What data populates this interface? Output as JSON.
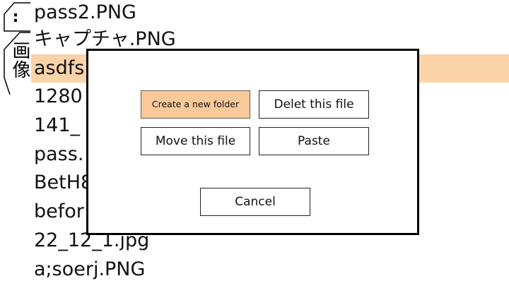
{
  "side_tab": {
    "colon": ":",
    "label": "画像"
  },
  "files": [
    {
      "name": "pass2.PNG",
      "selected": false
    },
    {
      "name": "キャプチャ.PNG",
      "selected": false
    },
    {
      "name": "asdfs",
      "selected": true
    },
    {
      "name": "1280",
      "selected": false
    },
    {
      "name": "141_",
      "selected": false
    },
    {
      "name": "pass.",
      "selected": false
    },
    {
      "name": "BetH8",
      "selected": false
    },
    {
      "name": "befor",
      "selected": false
    },
    {
      "name": "22_12_1.jpg",
      "selected": false
    },
    {
      "name": "a;soerj.PNG",
      "selected": false
    }
  ],
  "dialog": {
    "create_folder_label": "Create a new folder",
    "delete_file_label": "Delet this file",
    "move_file_label": "Move this file",
    "paste_label": "Paste",
    "cancel_label": "Cancel"
  },
  "colors": {
    "selection": "#fbd3a8",
    "highlight_button": "#f9c99a"
  }
}
